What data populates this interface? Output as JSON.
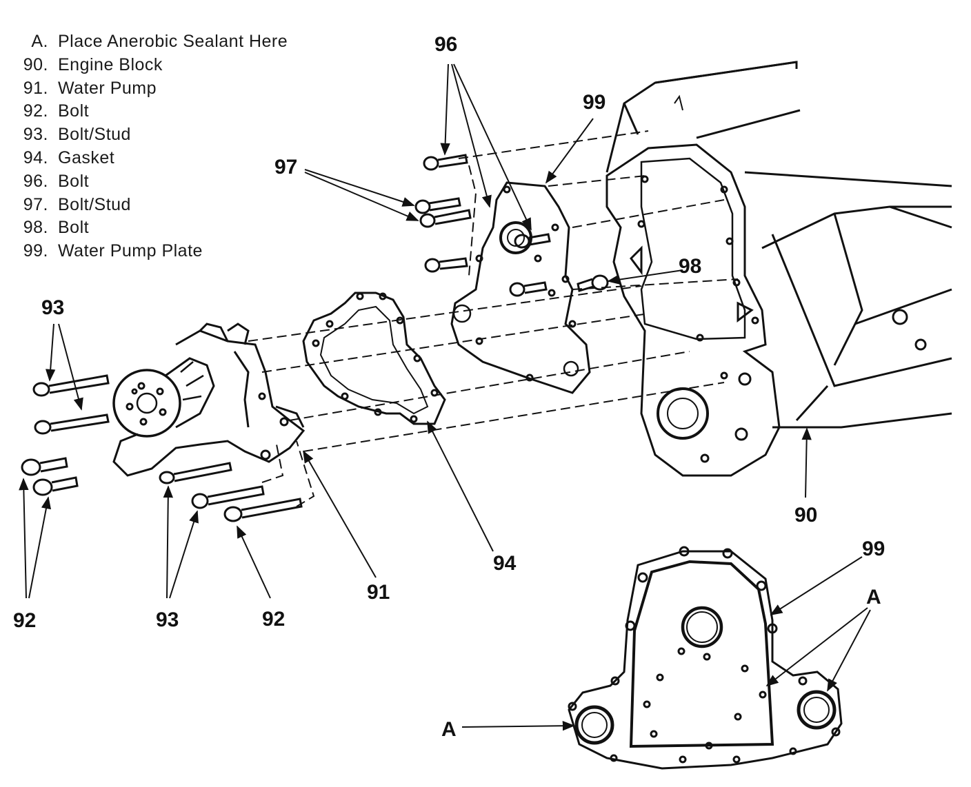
{
  "legend": [
    {
      "key": "A.",
      "label": "Place Anerobic Sealant Here"
    },
    {
      "key": "90.",
      "label": "Engine Block"
    },
    {
      "key": "91.",
      "label": "Water Pump"
    },
    {
      "key": "92.",
      "label": "Bolt"
    },
    {
      "key": "93.",
      "label": "Bolt/Stud"
    },
    {
      "key": "94.",
      "label": "Gasket"
    },
    {
      "key": "96.",
      "label": "Bolt"
    },
    {
      "key": "97.",
      "label": "Bolt/Stud"
    },
    {
      "key": "98.",
      "label": "Bolt"
    },
    {
      "key": "99.",
      "label": "Water Pump Plate"
    }
  ],
  "callouts": {
    "c96": "96",
    "c99_top": "99",
    "c97": "97",
    "c98": "98",
    "c93_top": "93",
    "c90": "90",
    "c94": "94",
    "c91": "91",
    "c92_left": "92",
    "c93_bottom": "93",
    "c92_mid": "92",
    "c99_detail": "99",
    "cA_right": "A",
    "cA_left": "A"
  },
  "colors": {
    "ink": "#111111",
    "paper": "#ffffff"
  }
}
